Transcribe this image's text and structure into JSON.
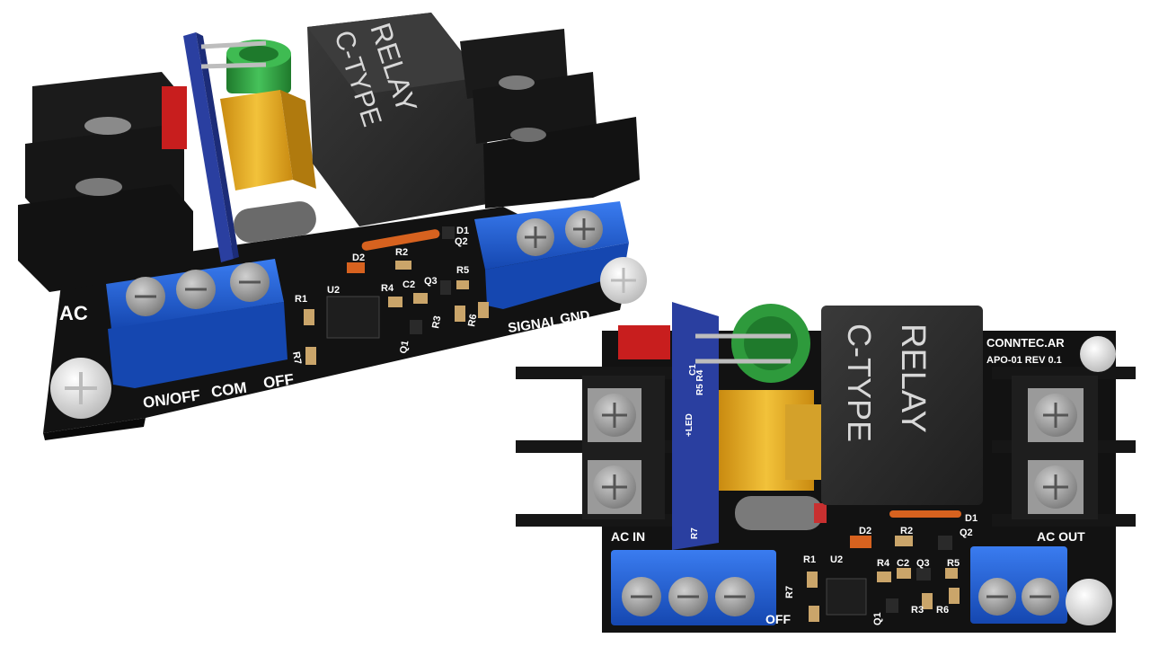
{
  "board1": {
    "relay_line1": "RELAY",
    "relay_line2": "C-TYPE",
    "label_ac": "AC",
    "label_onoff": "ON/OFF",
    "label_com": "COM",
    "label_off": "OFF",
    "label_signal": "SIGNAL",
    "label_gnd": "GND",
    "ref_d1": "D1",
    "ref_d2": "D2",
    "ref_r1": "R1",
    "ref_r2": "R2",
    "ref_r3": "R3",
    "ref_r4": "R4",
    "ref_r5": "R5",
    "ref_r6": "R6",
    "ref_r7": "R7",
    "ref_c2": "C2",
    "ref_q1": "Q1",
    "ref_q2": "Q2",
    "ref_q3": "Q3",
    "ref_u2": "U2"
  },
  "board2": {
    "relay_line1": "RELAY",
    "relay_line2": "C-TYPE",
    "brand": "CONNTEC.AR",
    "revision": "APO-01 REV 0.1",
    "label_in": "AC IN",
    "label_out": "AC OUT",
    "label_off": "OFF",
    "ref_c1": "C1",
    "ref_led": "+LED",
    "ref_r5r4": "R5 R4",
    "ref_r7_vert": "R7",
    "ref_d1": "D1",
    "ref_d2": "D2",
    "ref_r1": "R1",
    "ref_r2": "R2",
    "ref_r3": "R3",
    "ref_r4": "R4",
    "ref_r5": "R5",
    "ref_r6": "R6",
    "ref_r7": "R7",
    "ref_c2": "C2",
    "ref_q1": "Q1",
    "ref_q2": "Q2",
    "ref_q3": "Q3",
    "ref_u2": "U2"
  },
  "colors": {
    "pcb": "#121212",
    "terminal_blue": "#1f5fd6",
    "relay_body": "#2f2f2f",
    "cap_green": "#2e9a3c",
    "cap_yellow": "#e8b020",
    "heatsink": "#161616",
    "daughter_board": "#2a3fa0",
    "red_part": "#c81e1e"
  }
}
